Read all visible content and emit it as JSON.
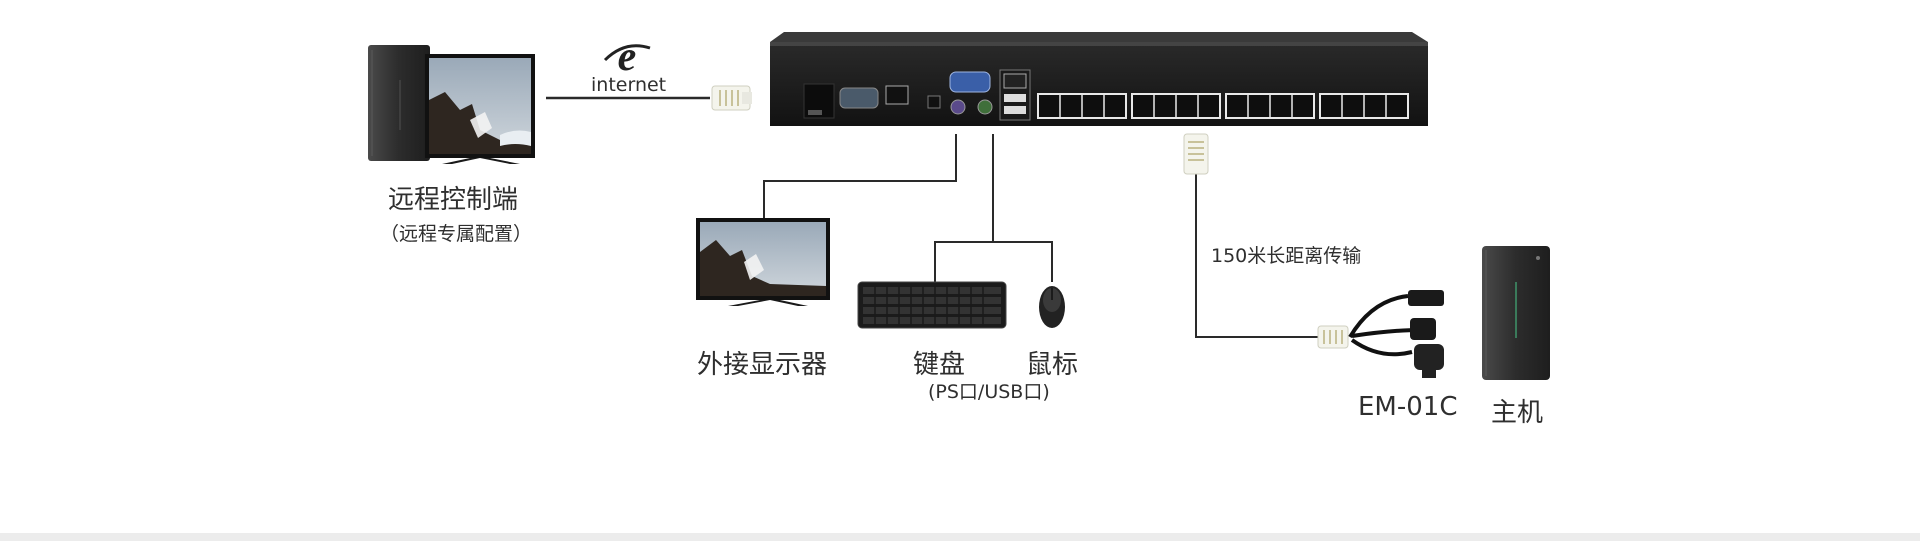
{
  "icons": {
    "internet": "ie-e-icon",
    "connector": "rj45-connector-icon"
  },
  "colors": {
    "line": "#2a2a2a",
    "device_body": "#1c1c1c",
    "port_frame": "#ffffff",
    "screen_sky": "#8fa3b5",
    "rock": "#2e2620",
    "mouse_button": "#3f5f3a",
    "accent_line": "#3a7a5a"
  },
  "labels": {
    "internet": "internet",
    "remote_title": "远程控制端",
    "remote_sub": "（远程专属配置）",
    "monitor": "外接显示器",
    "keyboard": "键盘",
    "keyboard_sub": "(PS口/USB口)",
    "mouse": "鼠标",
    "distance": "150米长距离传输",
    "adapter": "EM-01C",
    "host": "主机"
  }
}
